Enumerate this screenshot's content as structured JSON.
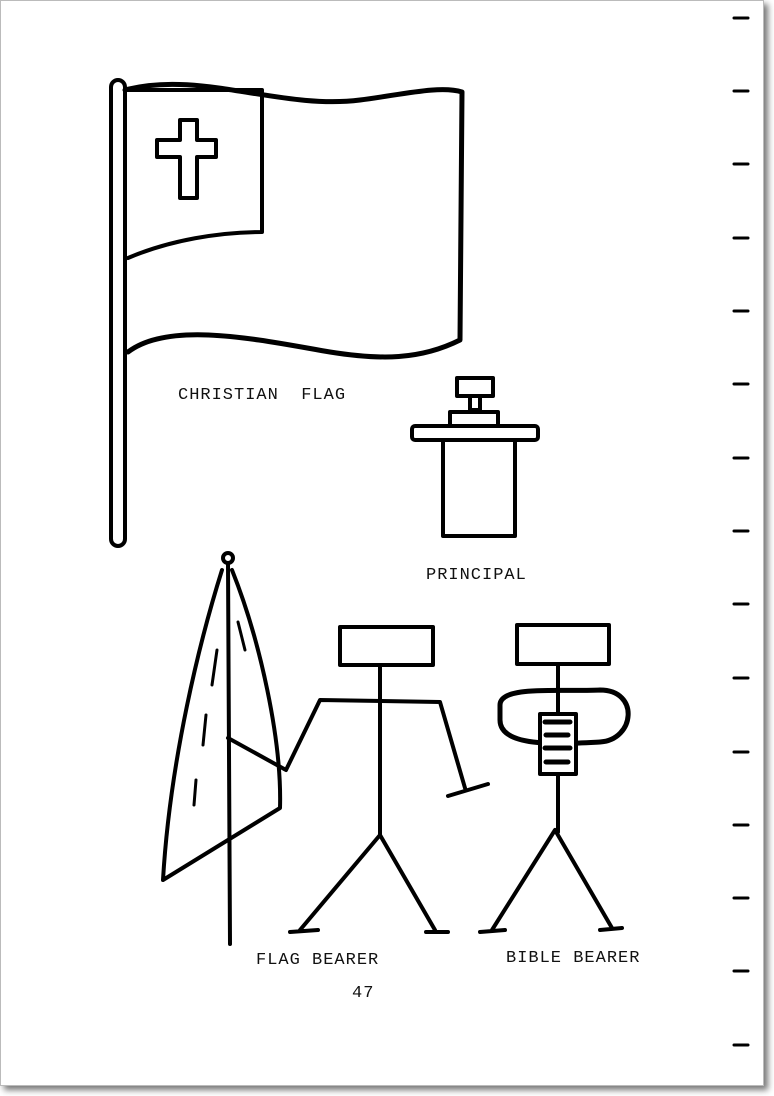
{
  "labels": {
    "christian_flag": "CHRISTIAN  FLAG",
    "principal": "PRINCIPAL",
    "flag_bearer": "FLAG BEARER",
    "bible_bearer": "BIBLE BEARER"
  },
  "page_number": "47"
}
